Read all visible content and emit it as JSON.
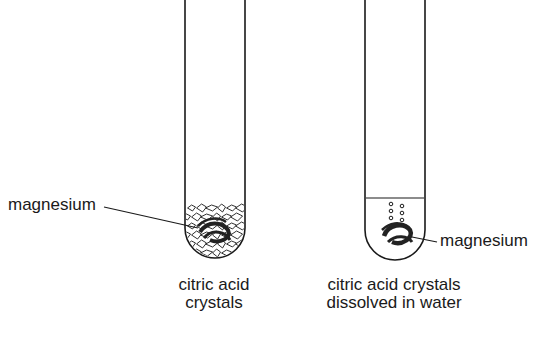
{
  "diagram": {
    "labels": [
      "magnesium",
      "magnesium",
      "citric acid crystals",
      "citric acid crystals dissolved in water"
    ]
  }
}
